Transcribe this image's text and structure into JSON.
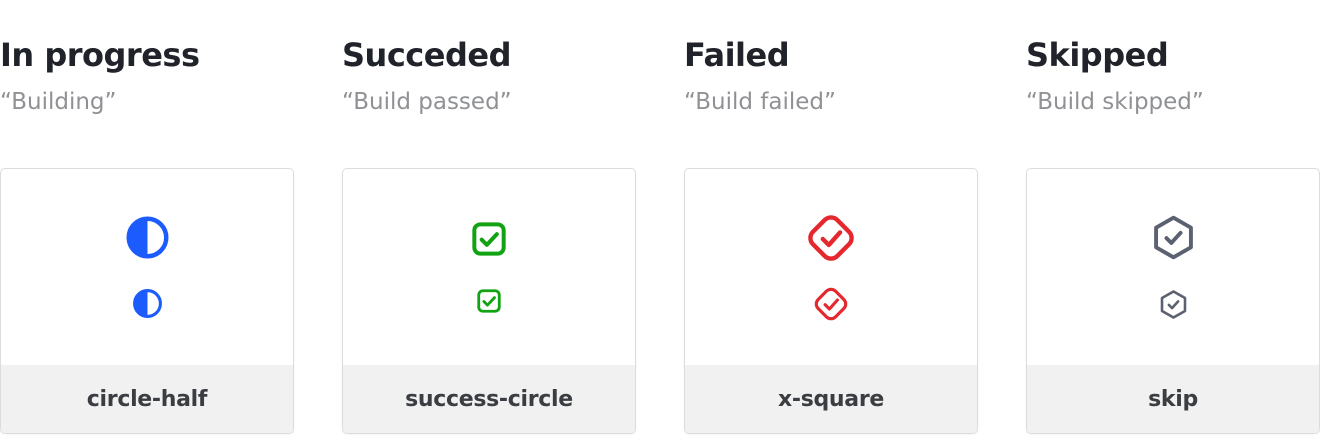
{
  "page": {
    "background_color": "#ffffff"
  },
  "columns": [
    {
      "title": "In progress",
      "subtitle": "“Building”",
      "icon": "circle-half-icon",
      "icon_color": "#1c5cff",
      "label": "circle-half"
    },
    {
      "title": "Succeded",
      "subtitle": "“Build passed”",
      "icon": "check-square-icon",
      "icon_color": "#12a312",
      "label": "success-circle"
    },
    {
      "title": "Failed",
      "subtitle": "“Build failed”",
      "icon": "check-diamond-icon",
      "icon_color": "#e5282e",
      "label": "x-square"
    },
    {
      "title": "Skipped",
      "subtitle": "“Build skipped”",
      "icon": "check-hexagon-icon",
      "icon_color": "#5b6170",
      "label": "skip"
    }
  ],
  "colors": {
    "heading": "#20242a",
    "subtitle": "#8f9195",
    "card_border": "#dcdcdc",
    "footer_background": "#f1f1f1",
    "footer_label": "#3a3d42"
  }
}
